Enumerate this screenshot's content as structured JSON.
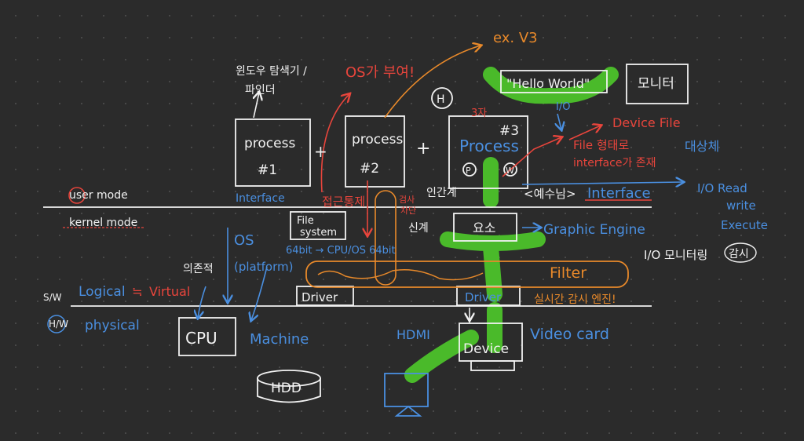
{
  "colors": {
    "background": "#2b2b2b",
    "white": "#f2f2f2",
    "red": "#e8453c",
    "blue": "#4a8fe0",
    "orange": "#e8892a",
    "green": "#4cc22a"
  },
  "boxes": {
    "process1": [
      "process",
      "#1"
    ],
    "process2": [
      "process",
      "#2"
    ],
    "process3": [
      "#3",
      "Process"
    ],
    "hello": "\"Hello World\"",
    "monitor": "모니터",
    "file_system": [
      "File",
      "system"
    ],
    "element": "요소",
    "driver_left": "Driver",
    "driver_right": "Driver",
    "device": "Device",
    "cpu": "CPU",
    "hdd": "HDD"
  },
  "labels": {
    "explorer": "윈도우 탐색기 /",
    "explorer2": "파인더",
    "os_grant": "OS가 부여!",
    "ex_v3": "ex. V3",
    "h_circle": "H",
    "third_party": "3자",
    "io": "I/O",
    "device_file": "Device File",
    "file_form": "File 형태로",
    "interface_exists": "interface가 존재",
    "target": "대상체",
    "user_mode": "user mode",
    "kernel_mode": "kernel mode",
    "interface_left": "Interface",
    "access_control": "접근통제",
    "inspect": "검사",
    "block": "차단",
    "artificial": "인간계",
    "nerve": "신계",
    "reservation": "<예수님>",
    "interface_right": "Interface",
    "io_rwx": [
      "I/O Read",
      "write",
      "Execute"
    ],
    "graphic_engine": "Graphic Engine",
    "os_platform": [
      "OS",
      "(platform)"
    ],
    "bit64": "64bit → CPU/OS 64bit",
    "filter": "Filter",
    "io_monitoring": "I/O 모니터링",
    "watch": "감시",
    "dependent": "의존적",
    "sw": "S/W",
    "logical": "Logical",
    "virtual": "Virtual",
    "hw": "H/W",
    "physical": "physical",
    "realtime": "실시간 감시 엔진!",
    "machine": "Machine",
    "hdmi": "HDMI",
    "video_card": "Video card",
    "plus": "+",
    "circled_p": "P",
    "circled_w": "W",
    "approx": "≒"
  }
}
